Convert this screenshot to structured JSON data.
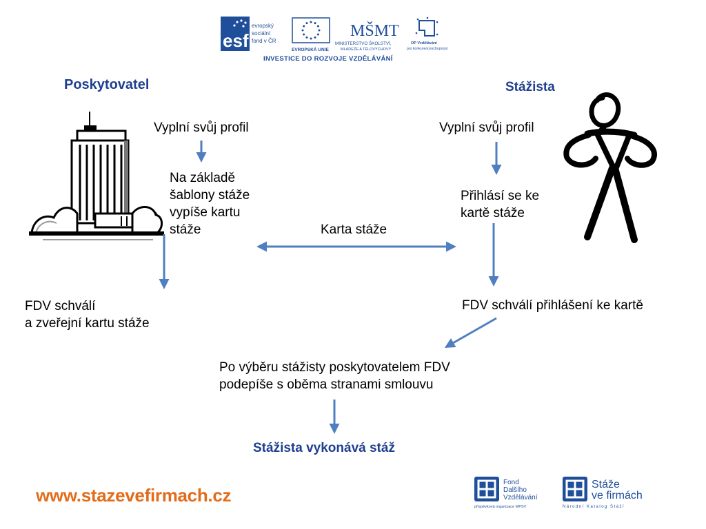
{
  "header": {
    "esf_logo": {
      "mark": "esf",
      "line1": "evropský",
      "line2": "sociální",
      "line3": "fond v ČR"
    },
    "eu_logo": {
      "caption": "EVROPSKÁ UNIE"
    },
    "msmt_logo": {
      "mark": "MŠMT",
      "line1": "MINISTERSTVO ŠKOLSTVÍ,",
      "line2": "MLÁDEŽE A TĚLOVÝCHOVY"
    },
    "op_logo": {
      "line1": "OP Vzdělávání",
      "line2": "pro konkurenceschopnost"
    },
    "investice": "INVESTICE DO ROZVOJE VZDĚLÁVÁNÍ"
  },
  "left_column": {
    "title": "Poskytovatel",
    "step1": "Vyplní svůj profil",
    "step2": "Na základě\nšablony stáže\nvypíše kartu\nstáže",
    "step3": "FDV schválí\na zveřejní kartu stáže"
  },
  "right_column": {
    "title": "Stážista",
    "step1": "Vyplní svůj profil",
    "step2": "Přihlásí se ke\nkartě stáže",
    "step3": "FDV schválí přihlášení ke kartě"
  },
  "center": {
    "karta_label": "Karta stáže",
    "contract": "Po výběru stážisty poskytovatelem FDV\npodepíše s oběma stranami smlouvu",
    "final": "Stážista vykonává stáž"
  },
  "footer": {
    "url": "www.stazevefirmach.cz",
    "fdv_logo": {
      "line1": "Fond",
      "line2": "Dalšího",
      "line3": "Vzdělávání",
      "sub": "příspěvková organizace MPSV"
    },
    "stf_logo": {
      "line1": "Stáže",
      "line2": "ve firmách",
      "sub": "Národní Katalog Stáží"
    }
  },
  "colors": {
    "arrow": "#4f7fc0",
    "heading": "#1f3f8f",
    "url": "#e36c1b",
    "logo_blue": "#1f4e9a"
  },
  "icons": [
    "building-icon",
    "stick-figure-icon",
    "eu-flag-icon",
    "esf-logo-icon",
    "msmt-logo-icon",
    "op-logo-icon",
    "fdv-logo-icon",
    "staze-logo-icon"
  ]
}
